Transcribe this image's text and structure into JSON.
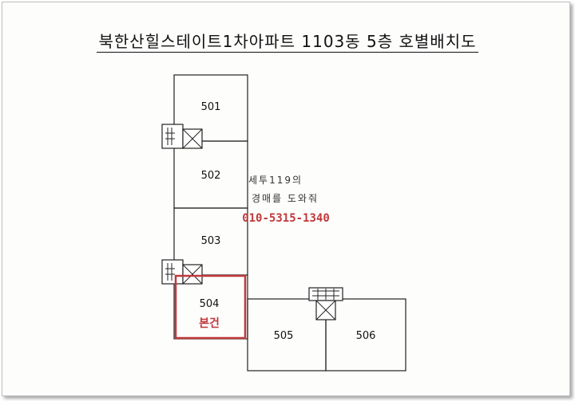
{
  "title": "북한산힐스테이트1차아파트  1103동  5층  호별배치도",
  "units": {
    "u501": "501",
    "u502": "502",
    "u503": "503",
    "u504": "504",
    "u505": "505",
    "u506": "506"
  },
  "subject_label": "본건",
  "watermark": {
    "line1": "세투119의",
    "line2": "경매를 도와줘",
    "phone": "010-5315-1340"
  },
  "colors": {
    "line": "#222222",
    "highlight": "#c0393b"
  }
}
